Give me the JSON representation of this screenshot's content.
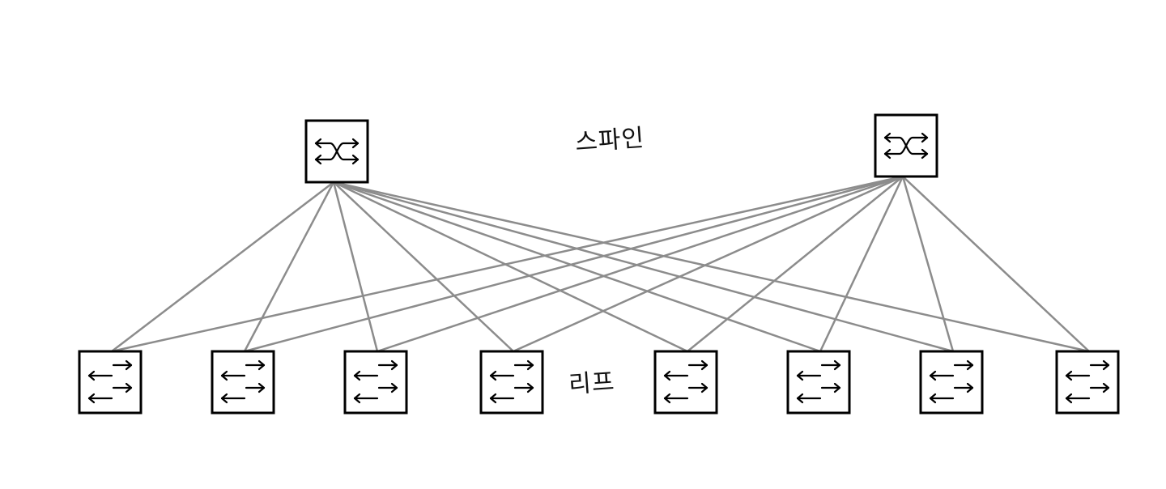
{
  "diagram": {
    "labels": {
      "spine": "스파인",
      "leaf": "리프"
    },
    "colors": {
      "link": "#8c8c8c",
      "box_stroke": "#000000",
      "background": "#ffffff"
    },
    "spines": [
      {
        "id": "spine-1",
        "icon": "crossover-switch-icon"
      },
      {
        "id": "spine-2",
        "icon": "crossover-switch-icon"
      }
    ],
    "leaves": [
      {
        "id": "leaf-1",
        "icon": "leaf-switch-arrows-icon"
      },
      {
        "id": "leaf-2",
        "icon": "leaf-switch-arrows-icon"
      },
      {
        "id": "leaf-3",
        "icon": "leaf-switch-arrows-icon"
      },
      {
        "id": "leaf-4",
        "icon": "leaf-switch-arrows-icon"
      },
      {
        "id": "leaf-5",
        "icon": "leaf-switch-arrows-icon"
      },
      {
        "id": "leaf-6",
        "icon": "leaf-switch-arrows-icon"
      },
      {
        "id": "leaf-7",
        "icon": "leaf-switch-arrows-icon"
      },
      {
        "id": "leaf-8",
        "icon": "leaf-switch-arrows-icon"
      }
    ],
    "topology": "full-mesh-spine-leaf"
  }
}
